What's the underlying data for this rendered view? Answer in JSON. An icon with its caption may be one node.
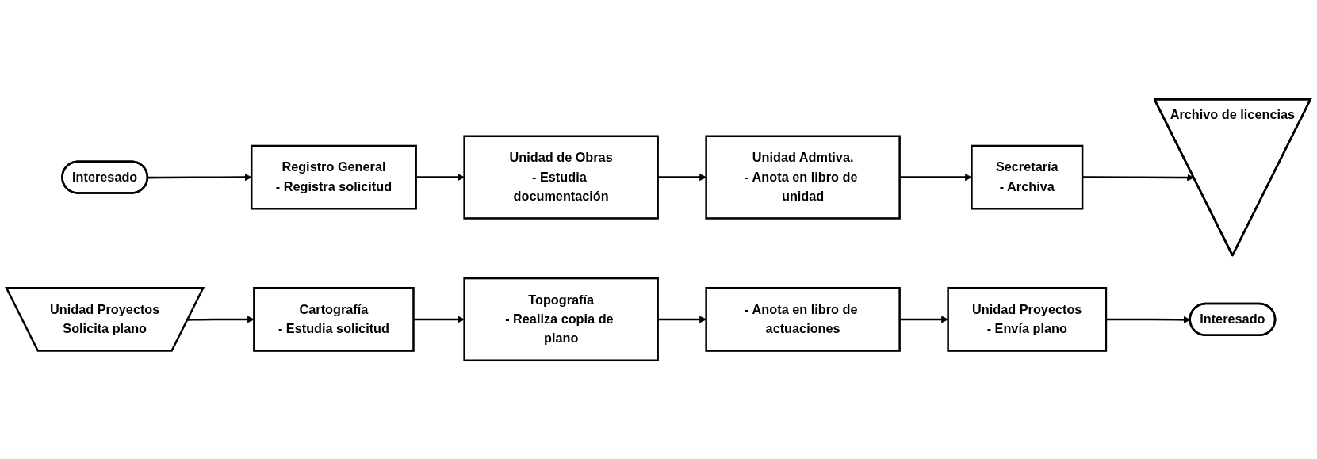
{
  "diagram": {
    "nodes": [
      {
        "text": [
          "Interesado"
        ]
      },
      {
        "text": [
          "Registro General",
          "- Registra solicitud"
        ]
      },
      {
        "text": [
          "Unidad de Obras",
          "- Estudia documentación"
        ]
      },
      {
        "text": [
          "Unidad Admtiva.",
          "- Anota en libro de unidad"
        ]
      },
      {
        "text": [
          "Secretaría",
          "- Archiva"
        ]
      },
      {
        "text": [
          "Archivo de licencias"
        ]
      },
      {
        "text": [
          "Unidad Proyectos",
          "Solicita plano"
        ]
      },
      {
        "text": [
          "Cartografía",
          "- Estudia solicitud"
        ]
      },
      {
        "text": [
          "Topografía",
          "- Realiza copia de plano"
        ]
      },
      {
        "text": [
          "- Anota en libro de actuaciones"
        ]
      },
      {
        "text": [
          "Unidad Proyectos",
          "- Envía plano"
        ]
      },
      {
        "text": [
          "Interesado"
        ]
      }
    ],
    "edges": [
      {
        "from": 0,
        "to": 1,
        "arrow": "to"
      },
      {
        "from": 1,
        "to": 2,
        "arrow": "to"
      },
      {
        "from": 2,
        "to": 3,
        "arrow": "to"
      },
      {
        "from": 3,
        "to": 4,
        "arrow": "to"
      },
      {
        "from": 4,
        "to": 5,
        "arrow": "to"
      },
      {
        "from": 6,
        "to": 7,
        "arrow": "to"
      },
      {
        "from": 7,
        "to": 8,
        "arrow": "to"
      },
      {
        "from": 8,
        "to": 9,
        "arrow": "to"
      },
      {
        "from": 9,
        "to": 10,
        "arrow": "to"
      },
      {
        "from": 10,
        "to": 11,
        "arrow": "to"
      }
    ]
  }
}
